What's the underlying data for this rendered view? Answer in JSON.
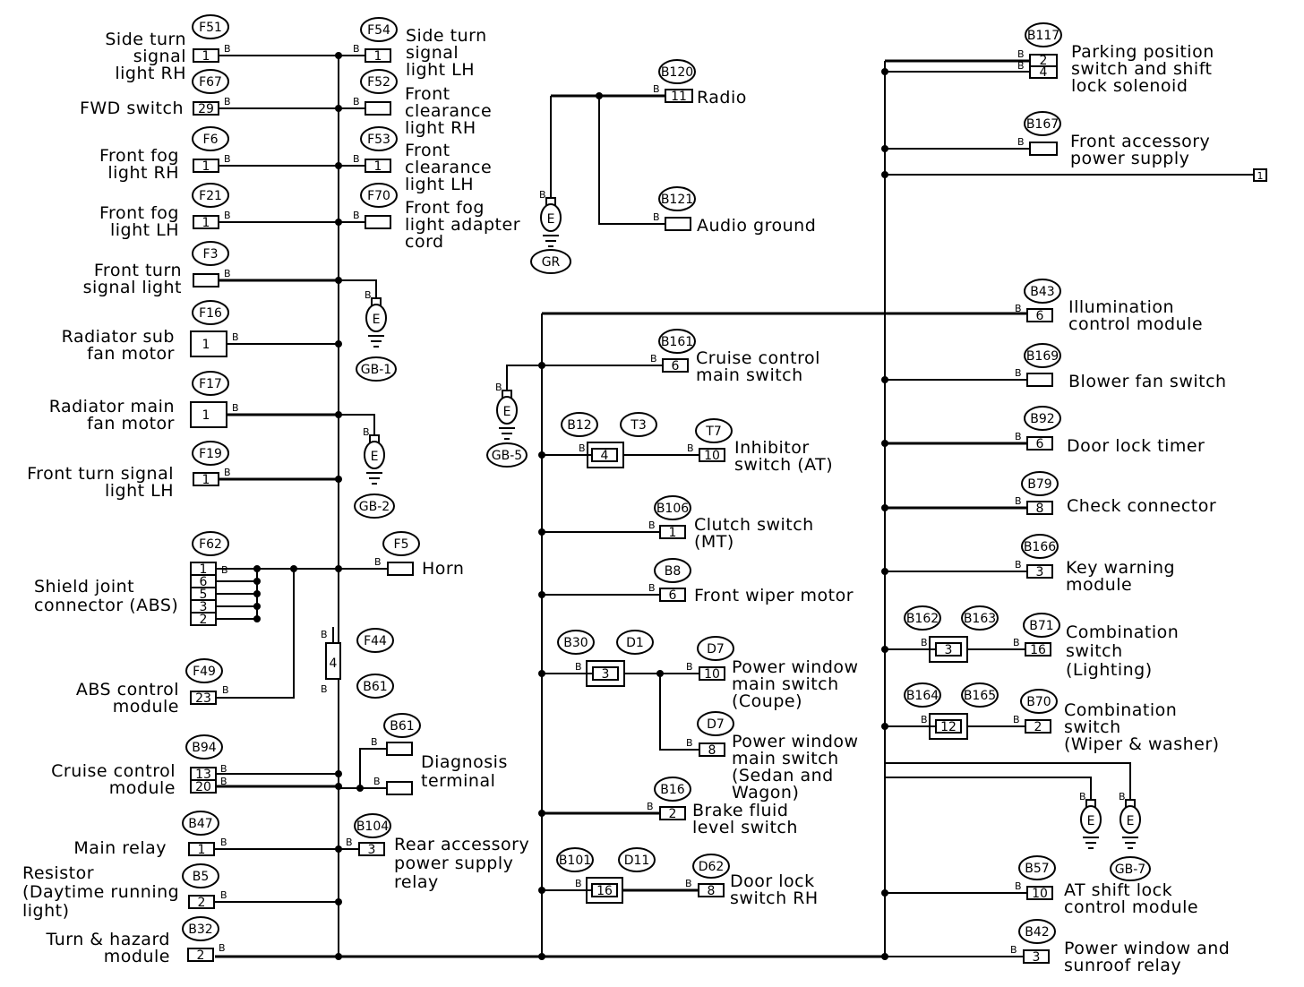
{
  "components": [
    {
      "id": "F51",
      "label": [
        "Side turn",
        "signal",
        "light RH"
      ],
      "pin": "1",
      "wire": "B"
    },
    {
      "id": "F67",
      "label": [
        "FWD switch"
      ],
      "pin": "29",
      "wire": "B"
    },
    {
      "id": "F6",
      "label": [
        "Front fog",
        "light RH"
      ],
      "pin": "1",
      "wire": "B"
    },
    {
      "id": "F21",
      "label": [
        "Front fog",
        "light LH"
      ],
      "pin": "1",
      "wire": "B"
    },
    {
      "id": "F3",
      "label": [
        "Front turn",
        "signal light"
      ],
      "pin": "",
      "wire": "B"
    },
    {
      "id": "F16",
      "label": [
        "Radiator sub",
        "fan motor"
      ],
      "pin": "1",
      "wire": "B"
    },
    {
      "id": "F17",
      "label": [
        "Radiator main",
        "fan motor"
      ],
      "pin": "1",
      "wire": "B"
    },
    {
      "id": "F19",
      "label": [
        "Front turn signal",
        "light LH"
      ],
      "pin": "1",
      "wire": "B"
    },
    {
      "id": "F62",
      "label": [
        "Shield joint",
        "connector (ABS)"
      ],
      "pins": [
        "1",
        "6",
        "5",
        "3",
        "2"
      ],
      "wire": "B"
    },
    {
      "id": "F49",
      "label": [
        "ABS control",
        "module"
      ],
      "pin": "23",
      "wire": "B"
    },
    {
      "id": "B94",
      "label": [
        "Cruise control",
        "module"
      ],
      "pins": [
        "13",
        "20"
      ],
      "wire": "B"
    },
    {
      "id": "B47",
      "label": [
        "Main relay"
      ],
      "pin": "1",
      "wire": "B"
    },
    {
      "id": "B5",
      "label": [
        "Resistor",
        "(Daytime running",
        "light)"
      ],
      "pin": "2",
      "wire": "B"
    },
    {
      "id": "B32",
      "label": [
        "Turn & hazard",
        "module"
      ],
      "pin": "2",
      "wire": "B"
    },
    {
      "id": "F54",
      "label": [
        "Side turn",
        "signal",
        "light LH"
      ],
      "pin": "1",
      "wire": "B"
    },
    {
      "id": "F52",
      "label": [
        "Front",
        "clearance",
        "light RH"
      ],
      "pin": "",
      "wire": "B"
    },
    {
      "id": "F53",
      "label": [
        "Front",
        "clearance",
        "light LH"
      ],
      "pin": "1",
      "wire": "B"
    },
    {
      "id": "F70",
      "label": [
        "Front fog",
        "light adapter",
        "cord"
      ],
      "pin": "",
      "wire": "B"
    },
    {
      "id": "F5",
      "label": [
        "Horn"
      ],
      "pin": "",
      "wire": "B"
    },
    {
      "id": "F44",
      "label": [],
      "pin": "4",
      "wire": "B"
    },
    {
      "id": "B61",
      "label": [
        "Diagnosis",
        "terminal"
      ],
      "pin": "",
      "wire": "B"
    },
    {
      "id": "B104",
      "label": [
        "Rear accessory",
        "power supply",
        "relay"
      ],
      "pin": "3",
      "wire": "B"
    },
    {
      "id": "B120",
      "label": [
        "Radio"
      ],
      "pin": "11",
      "wire": "B"
    },
    {
      "id": "B121",
      "label": [
        "Audio ground"
      ],
      "pin": "",
      "wire": "B"
    },
    {
      "id": "B161",
      "label": [
        "Cruise control",
        "main switch"
      ],
      "pin": "6",
      "wire": "B"
    },
    {
      "id": "B12",
      "label": [],
      "pin": "4",
      "wire": "B"
    },
    {
      "id": "T3",
      "label": [],
      "pin": "",
      "wire": ""
    },
    {
      "id": "T7",
      "label": [
        "Inhibitor",
        "switch (AT)"
      ],
      "pin": "10",
      "wire": "B"
    },
    {
      "id": "B106",
      "label": [
        "Clutch switch",
        "(MT)"
      ],
      "pin": "1",
      "wire": "B"
    },
    {
      "id": "B8",
      "label": [
        "Front wiper motor"
      ],
      "pin": "6",
      "wire": "B"
    },
    {
      "id": "B30",
      "label": [],
      "pin": "3",
      "wire": "B"
    },
    {
      "id": "D1",
      "label": [],
      "pin": "",
      "wire": ""
    },
    {
      "id": "D7",
      "label": [
        "Power window",
        "main switch",
        "(Coupe)"
      ],
      "pin": "10",
      "wire": "B"
    },
    {
      "id": "D7b",
      "label": [
        "Power window",
        "main switch",
        "(Sedan and",
        "Wagon)"
      ],
      "pin": "8",
      "wire": "B"
    },
    {
      "id": "B16",
      "label": [
        "Brake fluid",
        "level switch"
      ],
      "pin": "2",
      "wire": "B"
    },
    {
      "id": "B101",
      "label": [],
      "pin": "16",
      "wire": "B"
    },
    {
      "id": "D11",
      "label": [],
      "pin": "",
      "wire": ""
    },
    {
      "id": "D62",
      "label": [
        "Door lock",
        "switch RH"
      ],
      "pin": "8",
      "wire": "B"
    },
    {
      "id": "B117",
      "label": [
        "Parking position",
        "switch and shift",
        "lock solenoid"
      ],
      "pins": [
        "2",
        "4"
      ],
      "wire": "B"
    },
    {
      "id": "B167",
      "label": [
        "Front accessory",
        "power supply"
      ],
      "pin": "",
      "wire": "B"
    },
    {
      "id": "B43",
      "label": [
        "Illumination",
        "control module"
      ],
      "pin": "6",
      "wire": "B"
    },
    {
      "id": "B169",
      "label": [
        "Blower fan switch"
      ],
      "pin": "",
      "wire": "B"
    },
    {
      "id": "B92",
      "label": [
        "Door lock timer"
      ],
      "pin": "6",
      "wire": "B"
    },
    {
      "id": "B79",
      "label": [
        "Check connector"
      ],
      "pin": "8",
      "wire": "B"
    },
    {
      "id": "B166",
      "label": [
        "Key warning",
        "module"
      ],
      "pin": "3",
      "wire": "B"
    },
    {
      "id": "B162",
      "label": [],
      "pin": "3",
      "wire": "B"
    },
    {
      "id": "B163",
      "label": [],
      "pin": "",
      "wire": ""
    },
    {
      "id": "B71",
      "label": [
        "Combination",
        "switch",
        "(Lighting)"
      ],
      "pin": "16",
      "wire": "B"
    },
    {
      "id": "B164",
      "label": [],
      "pin": "12",
      "wire": "B"
    },
    {
      "id": "B165",
      "label": [],
      "pin": "",
      "wire": ""
    },
    {
      "id": "B70",
      "label": [
        "Combination",
        "switch",
        "(Wiper & washer)"
      ],
      "pin": "2",
      "wire": "B"
    },
    {
      "id": "B57",
      "label": [
        "AT shift lock",
        "control module"
      ],
      "pin": "10",
      "wire": "B"
    },
    {
      "id": "B42",
      "label": [
        "Power window and",
        "sunroof relay"
      ],
      "pin": "3",
      "wire": "B"
    }
  ],
  "grounds": [
    {
      "id": "GB-1",
      "symbol": "E",
      "wire": "B"
    },
    {
      "id": "GB-2",
      "symbol": "E",
      "wire": "B"
    },
    {
      "id": "GR",
      "symbol": "E",
      "wire": "B"
    },
    {
      "id": "GB-5",
      "symbol": "E",
      "wire": "B"
    },
    {
      "id": "GB-7",
      "symbol": "E",
      "wire": "B"
    }
  ],
  "off_page_connector": "1"
}
